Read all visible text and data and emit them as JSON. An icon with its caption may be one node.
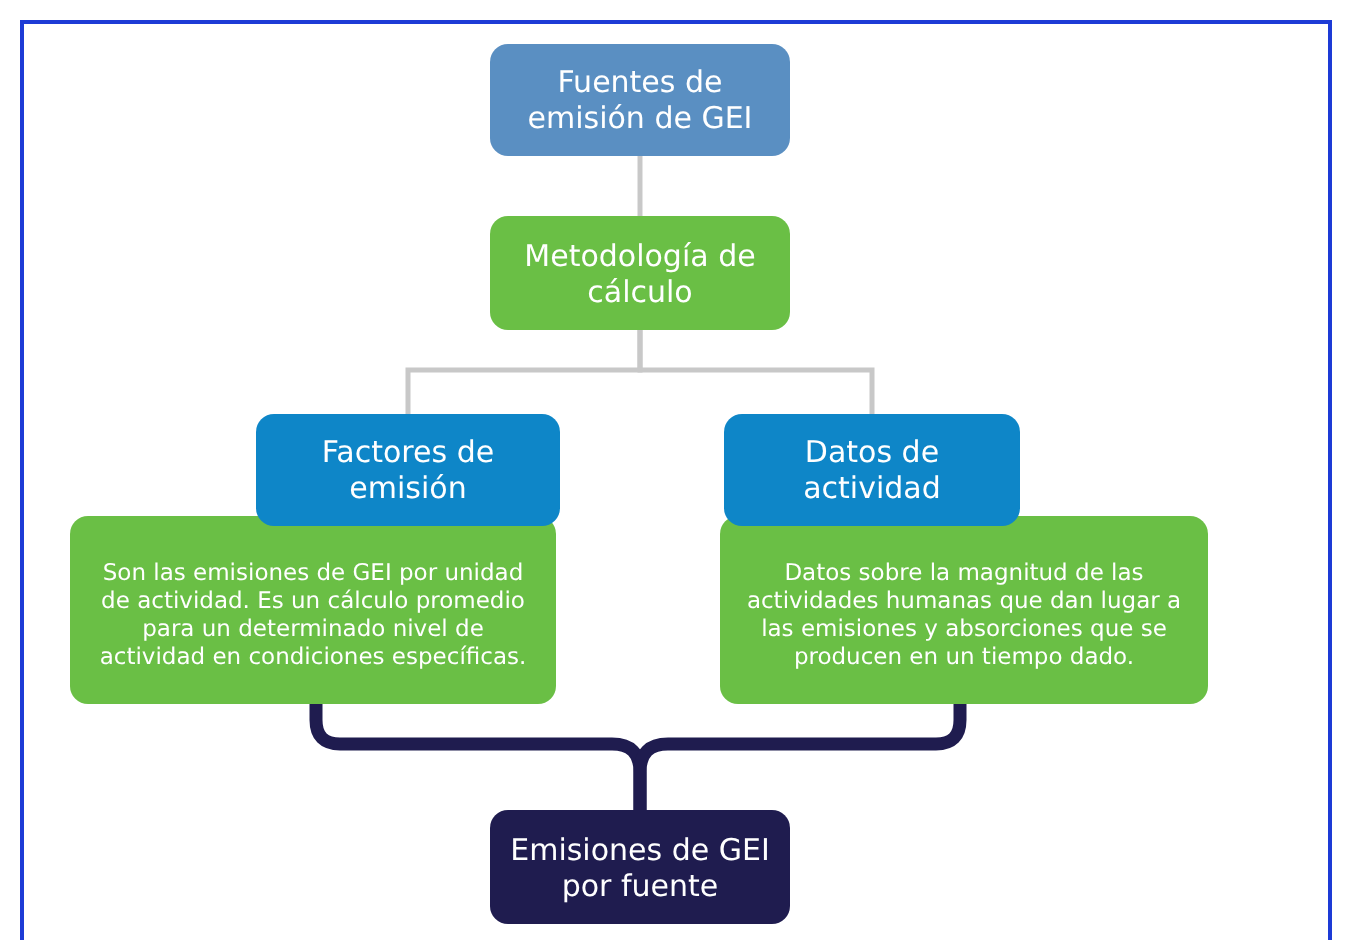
{
  "diagram": {
    "nodes": [
      {
        "text": [
          "Fuentes de emisión de GEI"
        ]
      },
      {
        "text": [
          "Metodología de cálculo"
        ]
      },
      {
        "text": [
          "Factores de emisión"
        ]
      },
      {
        "text": [
          "Son las emisiones de GEI por unidad de actividad. Es un cálculo promedio para un determinado nivel de actividad en condiciones específicas."
        ]
      },
      {
        "text": [
          "Datos de actividad"
        ]
      },
      {
        "text": [
          "Datos sobre la magnitud de las actividades humanas que dan lugar a las emisiones y absorciones que se producen en un tiempo dado."
        ]
      },
      {
        "text": [
          "Emisiones de GEI por fuente"
        ]
      }
    ],
    "edges": [
      {
        "from": 0,
        "to": 1,
        "arrow": "none"
      },
      {
        "from": 1,
        "to": 2,
        "arrow": "none"
      },
      {
        "from": 1,
        "to": 4,
        "arrow": "none"
      },
      {
        "from": 3,
        "to": 6,
        "arrow": "none",
        "style": "thick",
        "color": "#1f1c4f"
      },
      {
        "from": 5,
        "to": 6,
        "arrow": "none",
        "style": "thick",
        "color": "#1f1c4f"
      }
    ]
  }
}
